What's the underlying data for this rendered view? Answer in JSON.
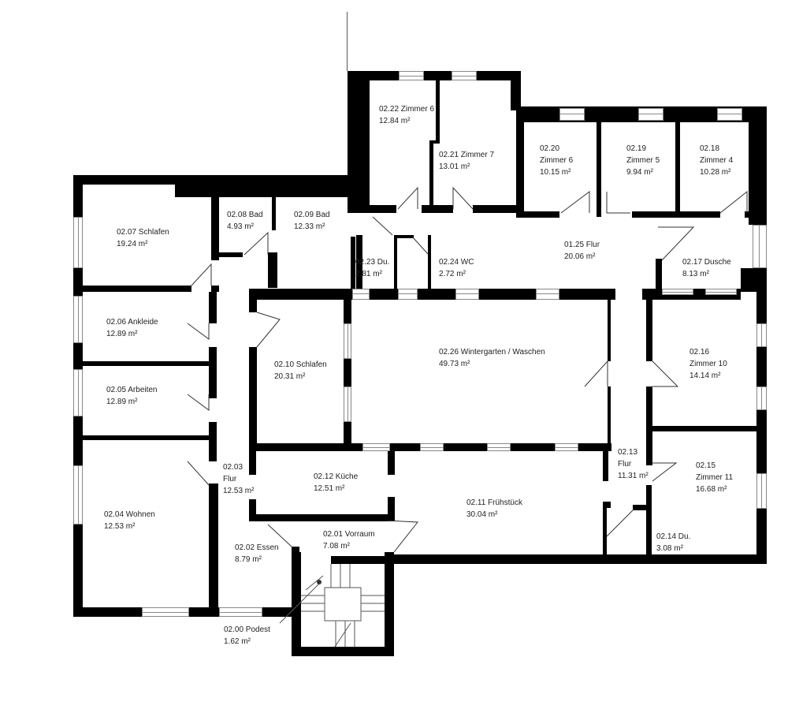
{
  "plan": {
    "type": "floor-plan",
    "level": "02",
    "area_unit": "m²",
    "rooms": [
      {
        "id": "02.22",
        "name": "Zimmer 6",
        "area": "12.84 m²",
        "line1": "02.22 Zimmer 6"
      },
      {
        "id": "02.21",
        "name": "Zimmer 7",
        "area": "13.01 m²",
        "line1": "02.21 Zimmer 7"
      },
      {
        "id": "02.20",
        "name": "Zimmer 6",
        "area": "10.15 m²",
        "line1": "02.20",
        "line2": "Zimmer 6"
      },
      {
        "id": "02.19",
        "name": "Zimmer 5",
        "area": "9.94 m²",
        "line1": "02.19",
        "line2": "Zimmer 5"
      },
      {
        "id": "02.18",
        "name": "Zimmer 4",
        "area": "10.28 m²",
        "line1": "02.18",
        "line2": "Zimmer 4"
      },
      {
        "id": "02.07",
        "name": "Schlafen",
        "area": "19.24 m²",
        "line1": "02.07 Schlafen"
      },
      {
        "id": "02.08",
        "name": "Bad",
        "area": "4.93 m²",
        "line1": "02.08 Bad"
      },
      {
        "id": "02.09",
        "name": "Bad",
        "area": "12.33 m²",
        "line1": "02.09 Bad"
      },
      {
        "id": "02.23",
        "name": "Du.",
        "area": "2.81 m²",
        "line1": "02.23 Du."
      },
      {
        "id": "02.24",
        "name": "WC",
        "area": "2.72 m²",
        "line1": "02.24 WC"
      },
      {
        "id": "01.25",
        "name": "Flur",
        "area": "20.06 m²",
        "line1": "01.25 Flur"
      },
      {
        "id": "02.17",
        "name": "Dusche",
        "area": "8.13 m²",
        "line1": "02.17 Dusche"
      },
      {
        "id": "02.06",
        "name": "Ankleide",
        "area": "12.89 m²",
        "line1": "02.06 Ankleide"
      },
      {
        "id": "02.05",
        "name": "Arbeiten",
        "area": "12.89 m²",
        "line1": "02.05 Arbeiten"
      },
      {
        "id": "02.10",
        "name": "Schlafen",
        "area": "20.31 m²",
        "line1": "02.10 Schlafen"
      },
      {
        "id": "02.26",
        "name": "Wintergarten / Waschen",
        "area": "49.73 m²",
        "line1": "02.26 Wintergarten / Waschen"
      },
      {
        "id": "02.16",
        "name": "Zimmer 10",
        "area": "14.14 m²",
        "line1": "02.16",
        "line2": "Zimmer 10"
      },
      {
        "id": "02.04",
        "name": "Wohnen",
        "area": "12.53 m²",
        "line1": "02.04 Wohnen"
      },
      {
        "id": "02.03",
        "name": "Flur",
        "area": "12.53 m²",
        "line1": "02.03",
        "line2": "Flur"
      },
      {
        "id": "02.12",
        "name": "Küche",
        "area": "12.51 m²",
        "line1": "02.12 Küche"
      },
      {
        "id": "02.11",
        "name": "Frühstück",
        "area": "30.04 m²",
        "line1": "02.11 Frühstück"
      },
      {
        "id": "02.13",
        "name": "Flur",
        "area": "11.31 m²",
        "line1": "02.13",
        "line2": "Flur"
      },
      {
        "id": "02.15",
        "name": "Zimmer 11",
        "area": "16.68 m²",
        "line1": "02.15",
        "line2": "Zimmer 11"
      },
      {
        "id": "02.14",
        "name": "Du.",
        "area": "3.08 m²",
        "line1": "02.14 Du."
      },
      {
        "id": "02.01",
        "name": "Vorraum",
        "area": "7.08 m²",
        "line1": "02.01 Vorraum"
      },
      {
        "id": "02.02",
        "name": "Essen",
        "area": "8.79 m²",
        "line1": "02.02 Essen"
      },
      {
        "id": "02.00",
        "name": "Podest",
        "area": "1.62 m²",
        "line1": "02.00 Podest"
      }
    ]
  }
}
